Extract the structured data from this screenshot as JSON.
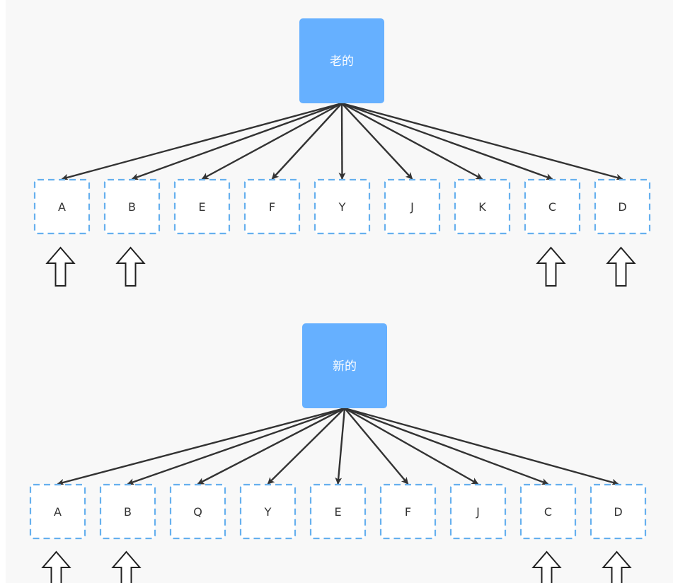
{
  "trees": [
    {
      "root": "老的",
      "children": [
        "A",
        "B",
        "E",
        "F",
        "Y",
        "J",
        "K",
        "C",
        "D"
      ],
      "pointer_positions": [
        0,
        1,
        7,
        8
      ]
    },
    {
      "root": "新的",
      "children": [
        "A",
        "B",
        "Q",
        "Y",
        "E",
        "F",
        "J",
        "C",
        "D"
      ],
      "pointer_positions": [
        0,
        1,
        7,
        8
      ]
    }
  ],
  "icons": {
    "pointer": "up-arrow-outline-icon"
  },
  "colors": {
    "root_fill": "#66b0ff",
    "child_border": "#66b0ee",
    "edge": "#333333",
    "background": "#f8f8f8"
  }
}
